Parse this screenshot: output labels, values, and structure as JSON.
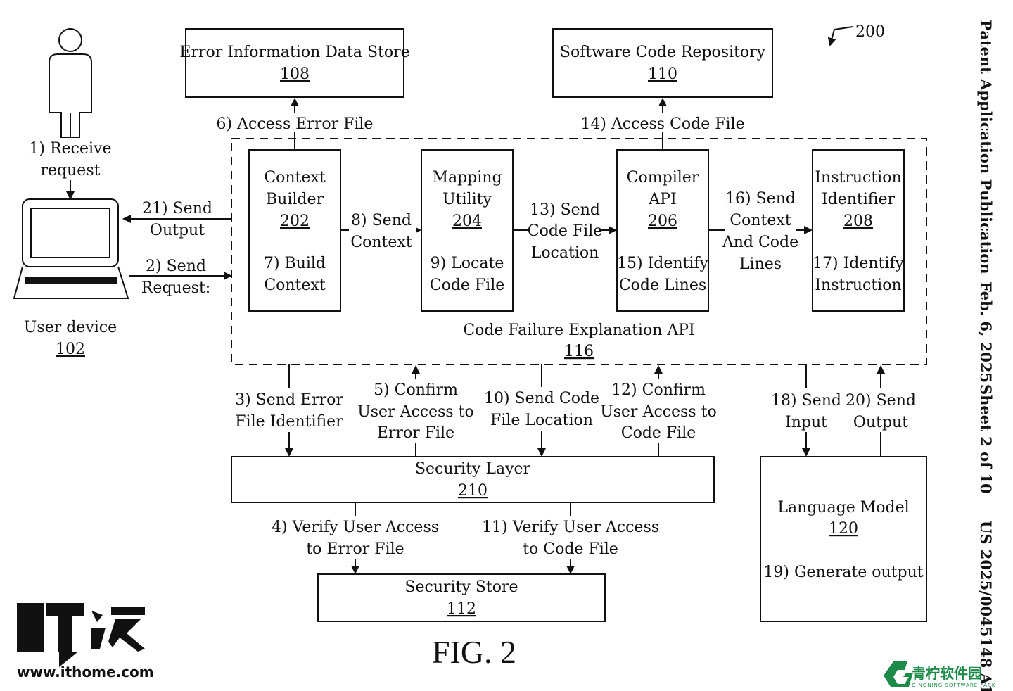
{
  "figure_ref": "200",
  "figure_caption": "FIG. 2",
  "side_header": {
    "publication": "Patent Application Publication",
    "date": "Feb. 6, 2025",
    "sheet": "Sheet 2 of 10",
    "number": "US 2025/0045148 A1"
  },
  "user": {
    "step": [
      "1) Receive",
      "request"
    ],
    "device_label": "User device",
    "device_num": "102"
  },
  "boxes": {
    "error_store": {
      "label": "Error Information Data Store",
      "num": "108"
    },
    "code_repo": {
      "label": "Software Code Repository",
      "num": "110"
    },
    "context_builder": {
      "lines": [
        "Context",
        "Builder"
      ],
      "num": "202",
      "step": [
        "7) Build",
        "Context"
      ]
    },
    "mapping_utility": {
      "lines": [
        "Mapping",
        "Utility"
      ],
      "num": "204",
      "step": [
        "9) Locate",
        "Code File"
      ]
    },
    "compiler_api": {
      "lines": [
        "Compiler",
        "API"
      ],
      "num": "206",
      "step": [
        "15) Identify",
        "Code Lines"
      ]
    },
    "instruction_identifier": {
      "lines": [
        "Instruction",
        "Identifier"
      ],
      "num": "208",
      "step": [
        "17) Identify",
        "Instruction"
      ]
    },
    "api": {
      "label": "Code Failure Explanation API",
      "num": "116"
    },
    "security_layer": {
      "label": "Security Layer",
      "num": "210"
    },
    "security_store": {
      "label": "Security Store",
      "num": "112"
    },
    "language_model": {
      "label": "Language Model",
      "num": "120",
      "step": "19) Generate output"
    }
  },
  "steps": {
    "s2": [
      "2) Send",
      "Request:"
    ],
    "s21": [
      "21) Send",
      "Output"
    ],
    "s6": "6) Access Error File",
    "s14": "14) Access Code File",
    "s8": [
      "8) Send",
      "Context"
    ],
    "s13": [
      "13) Send",
      "Code File",
      "Location"
    ],
    "s16": [
      "16) Send",
      "Context",
      "And Code",
      "Lines"
    ],
    "s3": [
      "3) Send Error",
      "File Identifier"
    ],
    "s5": [
      "5) Confirm",
      "User Access to",
      "Error File"
    ],
    "s10": [
      "10) Send Code",
      "File Location"
    ],
    "s12": [
      "12) Confirm",
      "User Access to",
      "Code File"
    ],
    "s18": [
      "18) Send",
      "Input"
    ],
    "s20": [
      "20) Send",
      "Output"
    ],
    "s4": [
      "4) Verify User Access",
      "to Error File"
    ],
    "s11": [
      "11) Verify User Access",
      "to Code File"
    ]
  },
  "watermarks": {
    "ithome_logo": "IT之家",
    "ithome_url": "www.ithome.com",
    "qingning": "青柠软件园",
    "qingning_sub": "QINGNING SOFTWARE PARK"
  }
}
